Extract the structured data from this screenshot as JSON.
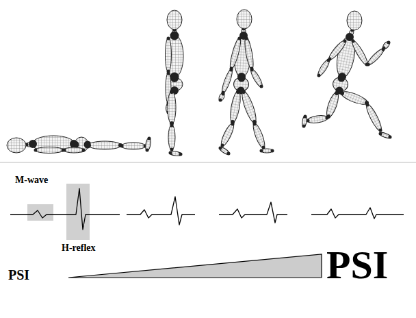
{
  "diagram": {
    "labels": [
      "M-wave",
      "H-reflex",
      "PSI",
      "PSI"
    ]
  }
}
